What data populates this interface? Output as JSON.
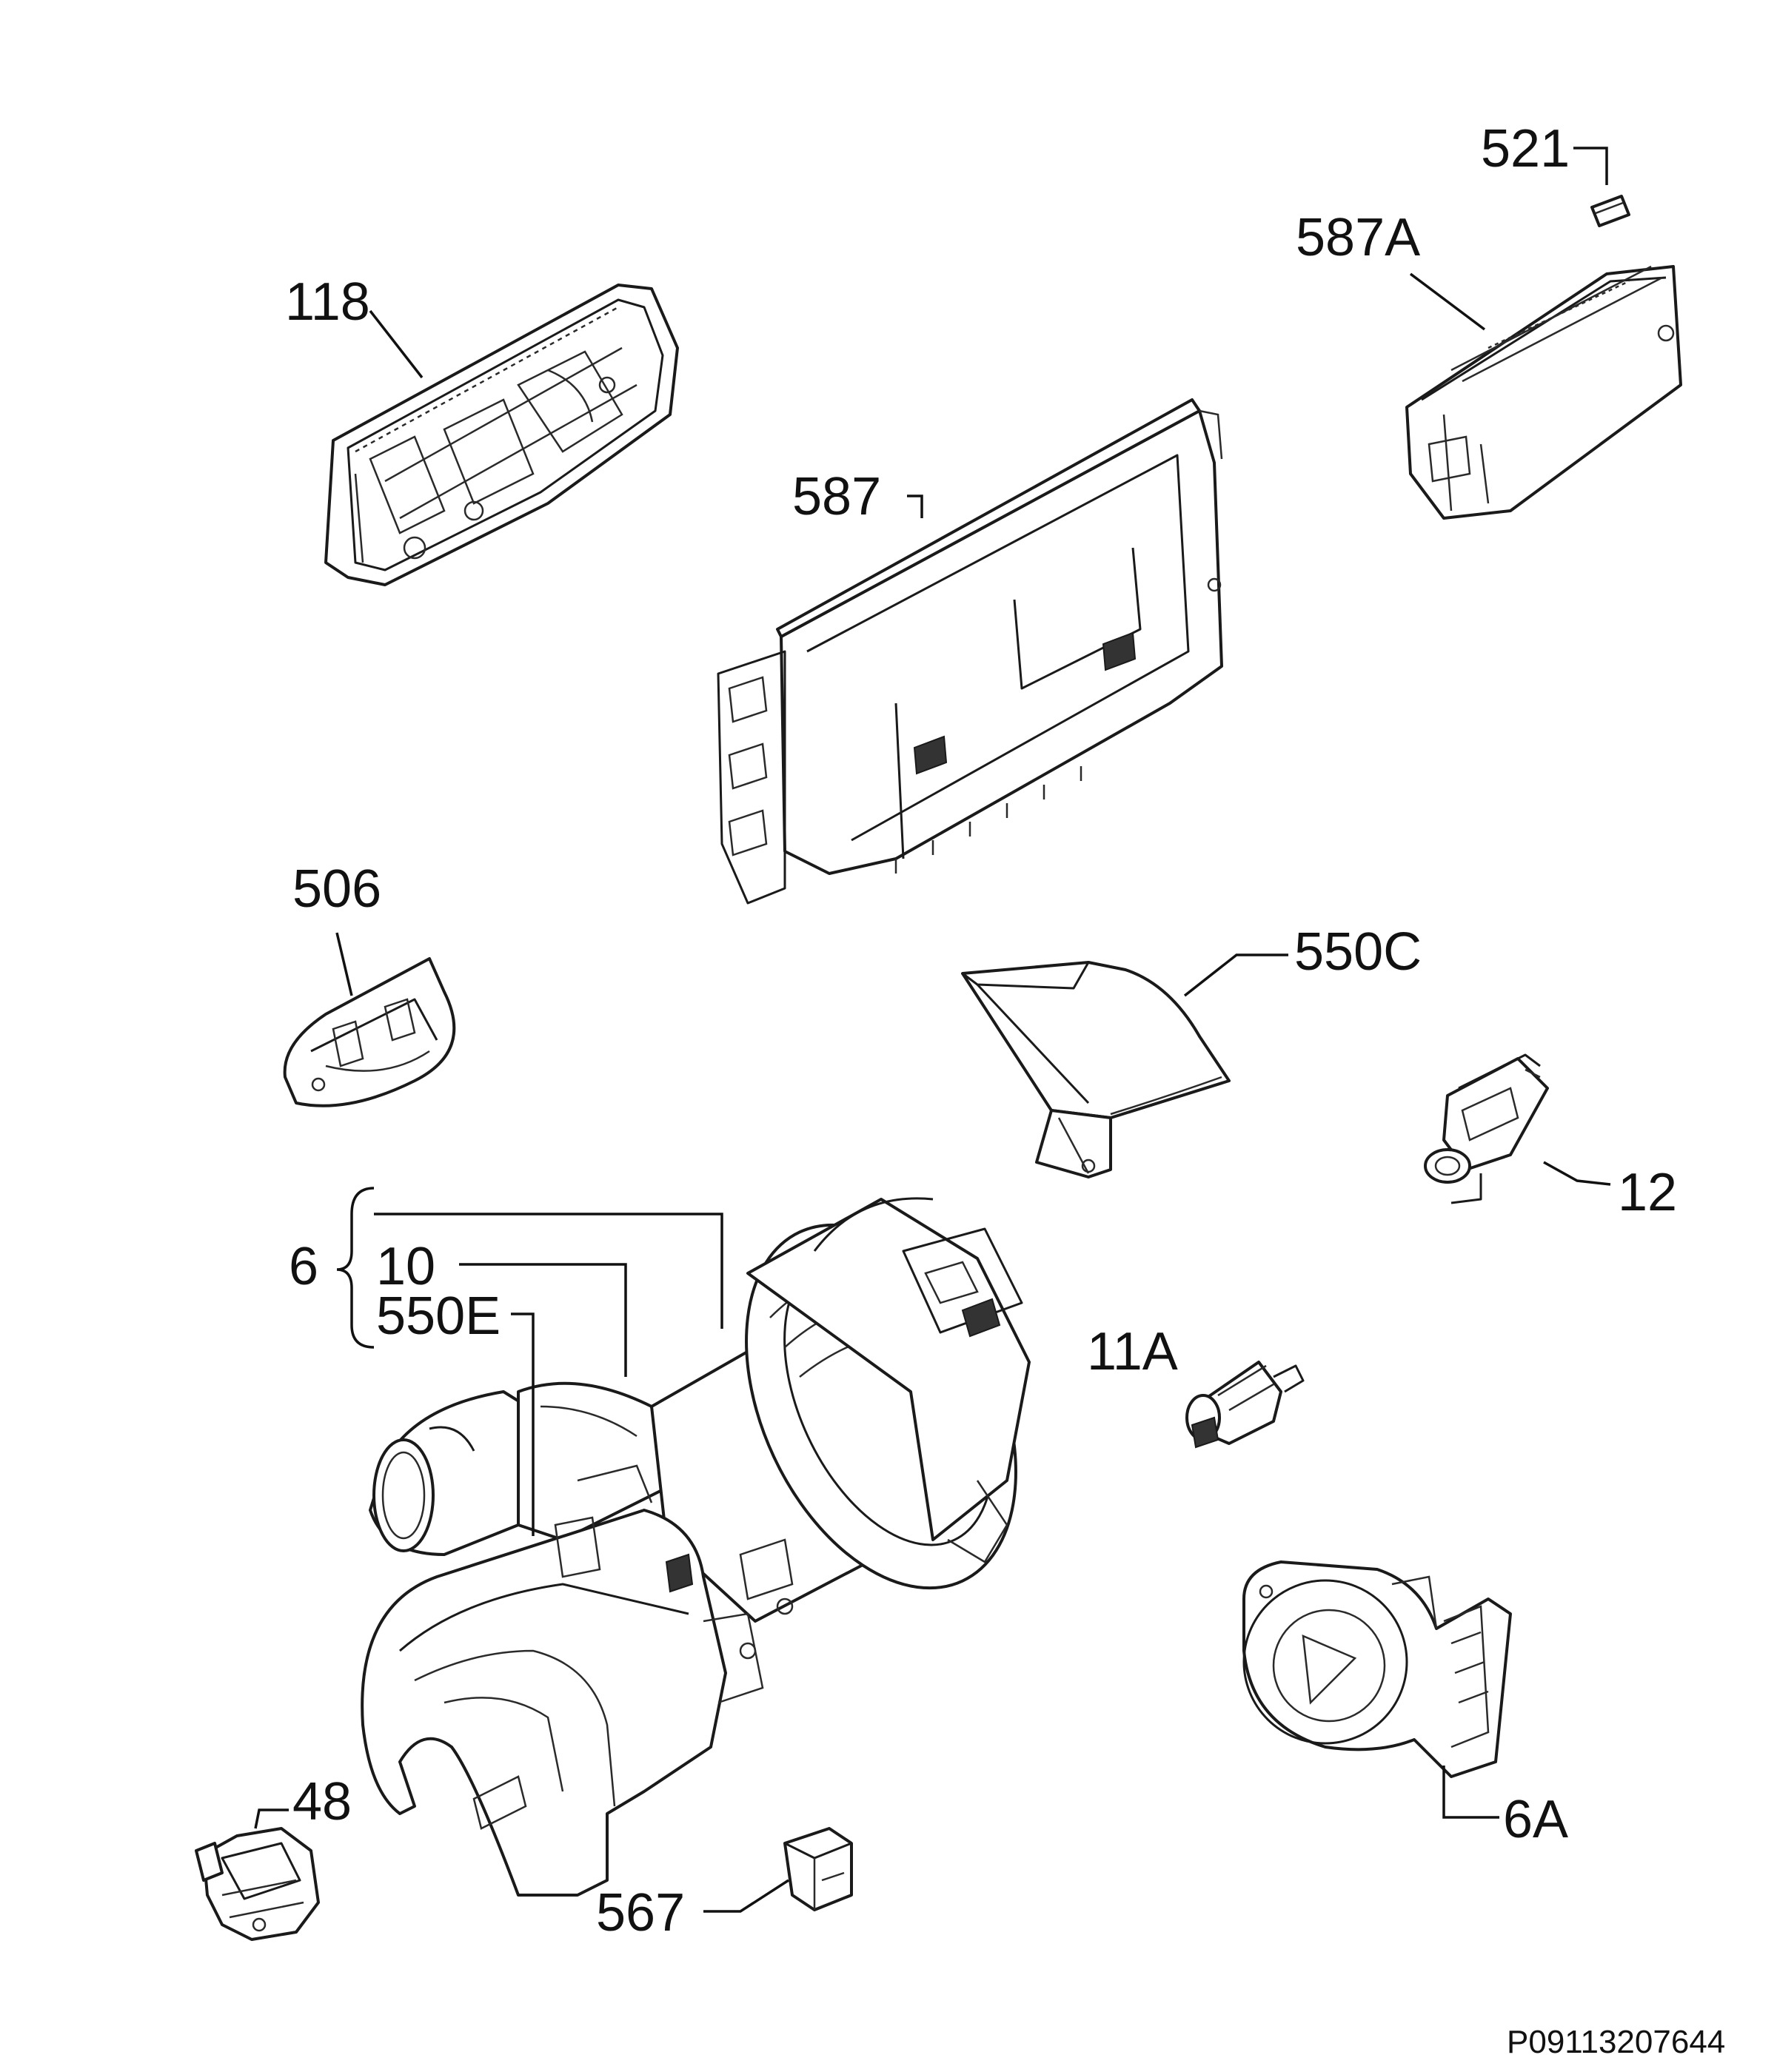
{
  "labels": {
    "p118": "118",
    "p521": "521",
    "p587A": "587A",
    "p587": "587",
    "p506": "506",
    "p550C": "550C",
    "p12": "12",
    "p6": "6",
    "p10": "10",
    "p550E": "550E",
    "p11A": "11A",
    "p48": "48",
    "p567": "567",
    "p6A": "6A"
  },
  "drawing_code": "P09113207644"
}
